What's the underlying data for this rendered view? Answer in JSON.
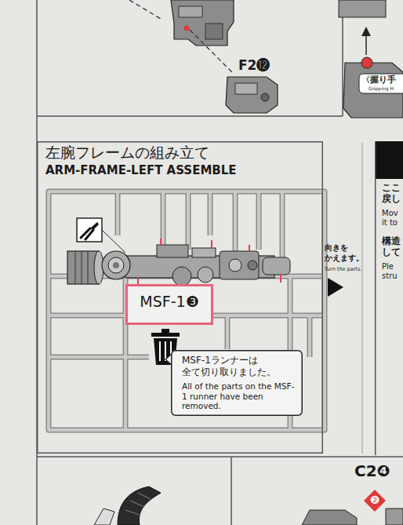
{
  "diagram": {
    "nodes": [
      {
        "text": [
          "左腕フレームの組み立て",
          "ARM-FRAME-LEFT ASSEMBLE"
        ]
      },
      {
        "text": [
          "MSF-1❸"
        ],
        "in": 0
      },
      {
        "text": [
          "MSF-1ランナーは 全て切り取りました。",
          "All of the parts on the MSF-1 runner have been removed."
        ],
        "in": 0
      },
      {
        "text": [
          "ここ 戻し",
          "Mov it to",
          "構造 して",
          "Ple stru"
        ]
      }
    ],
    "labels": [
      "F2⓬",
      "〈握り手",
      "Gripping H",
      "向きを かえます。",
      "Turn the parts.",
      "C2❹",
      "❷"
    ]
  }
}
